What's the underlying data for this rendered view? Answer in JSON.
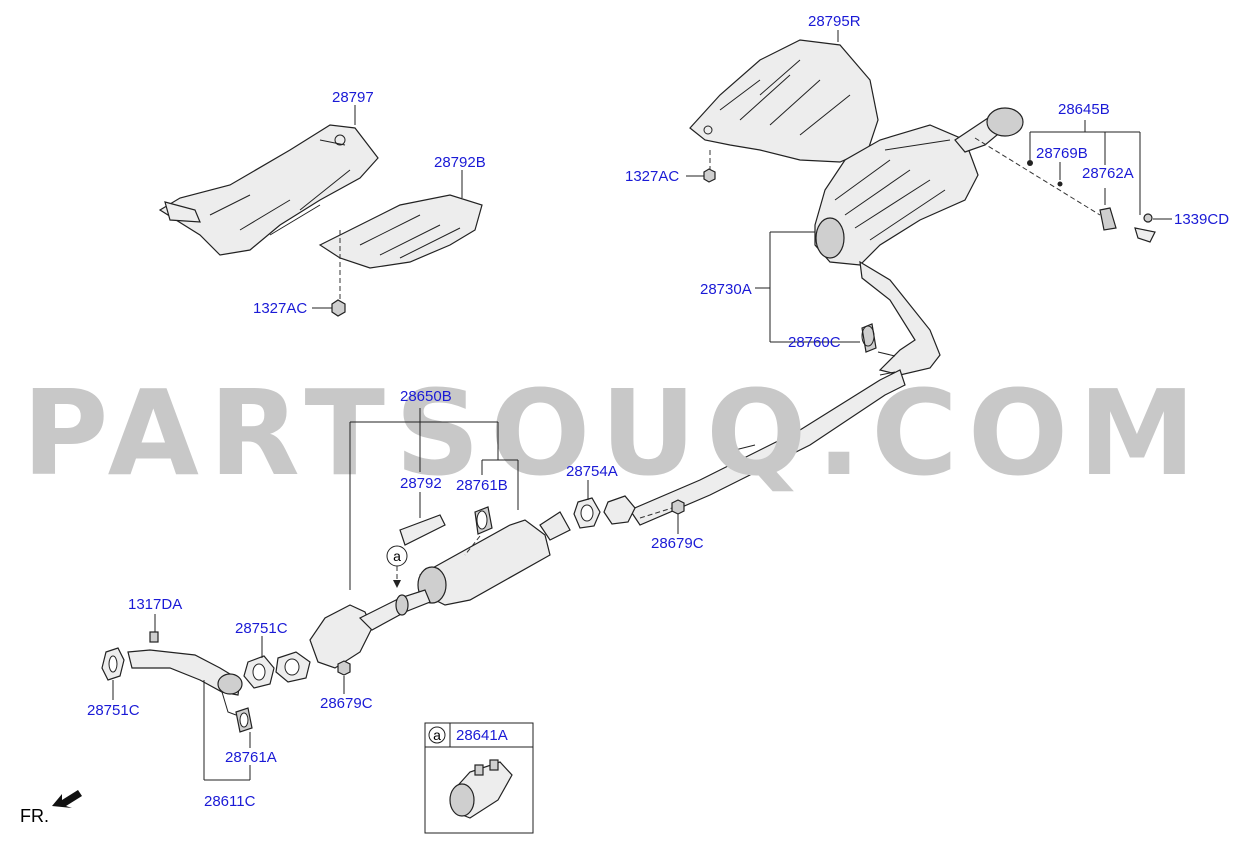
{
  "watermark": "PARTSOUQ.COM",
  "front_indicator": "FR.",
  "inset": {
    "marker": "a",
    "label": "28641A"
  },
  "callout_marker": "a",
  "labels": {
    "l28795R": "28795R",
    "l28797": "28797",
    "l28792B": "28792B",
    "l1327AC_top": "1327AC",
    "l1327AC_left": "1327AC",
    "l28645B": "28645B",
    "l28769B": "28769B",
    "l28762A": "28762A",
    "l1339CD": "1339CD",
    "l28730A": "28730A",
    "l28760C": "28760C",
    "l28650B": "28650B",
    "l28792": "28792",
    "l28761B": "28761B",
    "l28754A": "28754A",
    "l28679C_right": "28679C",
    "l1317DA": "1317DA",
    "l28751C_mid": "28751C",
    "l28751C_left": "28751C",
    "l28679C_left": "28679C",
    "l28761A": "28761A",
    "l28611C": "28611C"
  },
  "colors": {
    "label": "#1a1ad6",
    "watermark": "#c8c8c8",
    "line": "#222222"
  }
}
